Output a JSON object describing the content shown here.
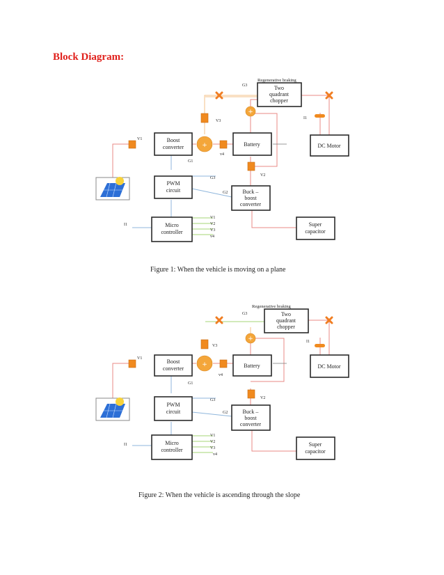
{
  "heading": "Block Diagram:",
  "figures": [
    {
      "caption": "Figure 1: When the vehicle is moving on a plane",
      "blocks": {
        "boost": [
          "Boost",
          "converter"
        ],
        "battery": [
          "Battery"
        ],
        "chopper": [
          "Two",
          "quadrant",
          "chopper"
        ],
        "dcmotor": [
          "DC Motor"
        ],
        "pwm": [
          "PWM",
          "circuit"
        ],
        "buckboost": [
          "Buck –",
          "boost",
          "converter"
        ],
        "micro": [
          "Micro",
          "controller"
        ],
        "supercap": [
          "Super",
          "capacitor"
        ]
      },
      "labels": {
        "regen": "Regenerative braking",
        "g3_top": "G3",
        "v3": "V3",
        "v1": "V1",
        "v4": "v4",
        "g1": "G1",
        "i1_motor": "I1",
        "v2": "V2",
        "g3_mid": "G3",
        "g2": "G2",
        "i1_micro": "I1",
        "mc_out": [
          "V1",
          "V2",
          "V3",
          "v4"
        ]
      }
    },
    {
      "caption": "Figure 2: When the vehicle is ascending through the slope",
      "blocks": {
        "boost": [
          "Boost",
          "converter"
        ],
        "battery": [
          "Battery"
        ],
        "chopper": [
          "Two",
          "quadrant",
          "chopper"
        ],
        "dcmotor": [
          "DC Motor"
        ],
        "pwm": [
          "PWM",
          "circuit"
        ],
        "buckboost": [
          "Buck –",
          "boost",
          "converter"
        ],
        "micro": [
          "Micro",
          "controller"
        ],
        "supercap": [
          "Super",
          "capacitor"
        ]
      },
      "labels": {
        "regen": "Regenerative braking",
        "g3_top": "G3",
        "v3": "V3",
        "v1": "V1",
        "v4": "v4",
        "g1": "G1",
        "i1_motor": "I1",
        "v2": "V2",
        "g3_mid": "G3",
        "g2": "G2",
        "i1_micro": "I1",
        "mc_out": [
          "V1",
          "V2",
          "V3",
          "v4"
        ]
      }
    }
  ],
  "colors": {
    "heading": "#e0201b",
    "power_wire": "#e88a86",
    "signal_wire": "#8fb6dc",
    "sensor": "#f08a1f"
  }
}
